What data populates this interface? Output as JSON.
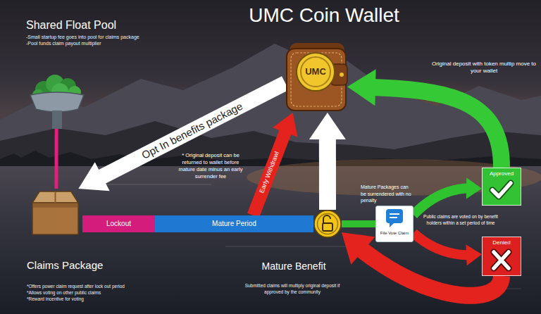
{
  "diagram": {
    "title": "UMC Coin Wallet",
    "nodes": [
      {
        "text": [
          "UMC"
        ]
      },
      {
        "text": [
          "Shared Float Pool",
          "-Small startup fee goes into pool for claims package",
          "-Pool funds claim payout multiplier"
        ]
      },
      {
        "text": [
          "Claims Package",
          "*Offers power claim request after lock out period",
          "*Allows voting on other public claims",
          "*Reward incentive for voting"
        ]
      },
      {
        "text": [
          "Lockout"
        ]
      },
      {
        "text": [
          "Mature Period"
        ]
      },
      {
        "text": [
          "Mature Benefit",
          "Submitted claims will multiply original deposit if approved by the community"
        ]
      },
      {
        "text": [
          "File Vote Claim"
        ]
      },
      {
        "text": [
          "Approved"
        ]
      },
      {
        "text": [
          "Denied"
        ]
      }
    ],
    "edges": [
      {
        "from": 0,
        "to": 2,
        "label": "Opt In benefits package",
        "arrow": "to"
      },
      {
        "from": 1,
        "to": 2,
        "arrow": "none"
      },
      {
        "from": 4,
        "to": 0,
        "label": "Early Withdrawl",
        "arrow": "to"
      },
      {
        "from": 5,
        "to": 0,
        "arrow": "to"
      },
      {
        "from": 5,
        "to": 6,
        "arrow": "none"
      },
      {
        "from": 6,
        "to": 7,
        "arrow": "to"
      },
      {
        "from": 6,
        "to": 8,
        "arrow": "to"
      },
      {
        "from": 7,
        "to": 0,
        "arrow": "to"
      },
      {
        "from": 8,
        "to": 5,
        "arrow": "to"
      }
    ],
    "labels": [
      "* Original deposit can be returned to wallet before mature date minus an early surrender fee",
      "Mature Packages can be surrendered with no penalty",
      "Public claims are voted on by benefit holders within a set period of time",
      "Original deposit with token multip move to your wallet"
    ]
  }
}
